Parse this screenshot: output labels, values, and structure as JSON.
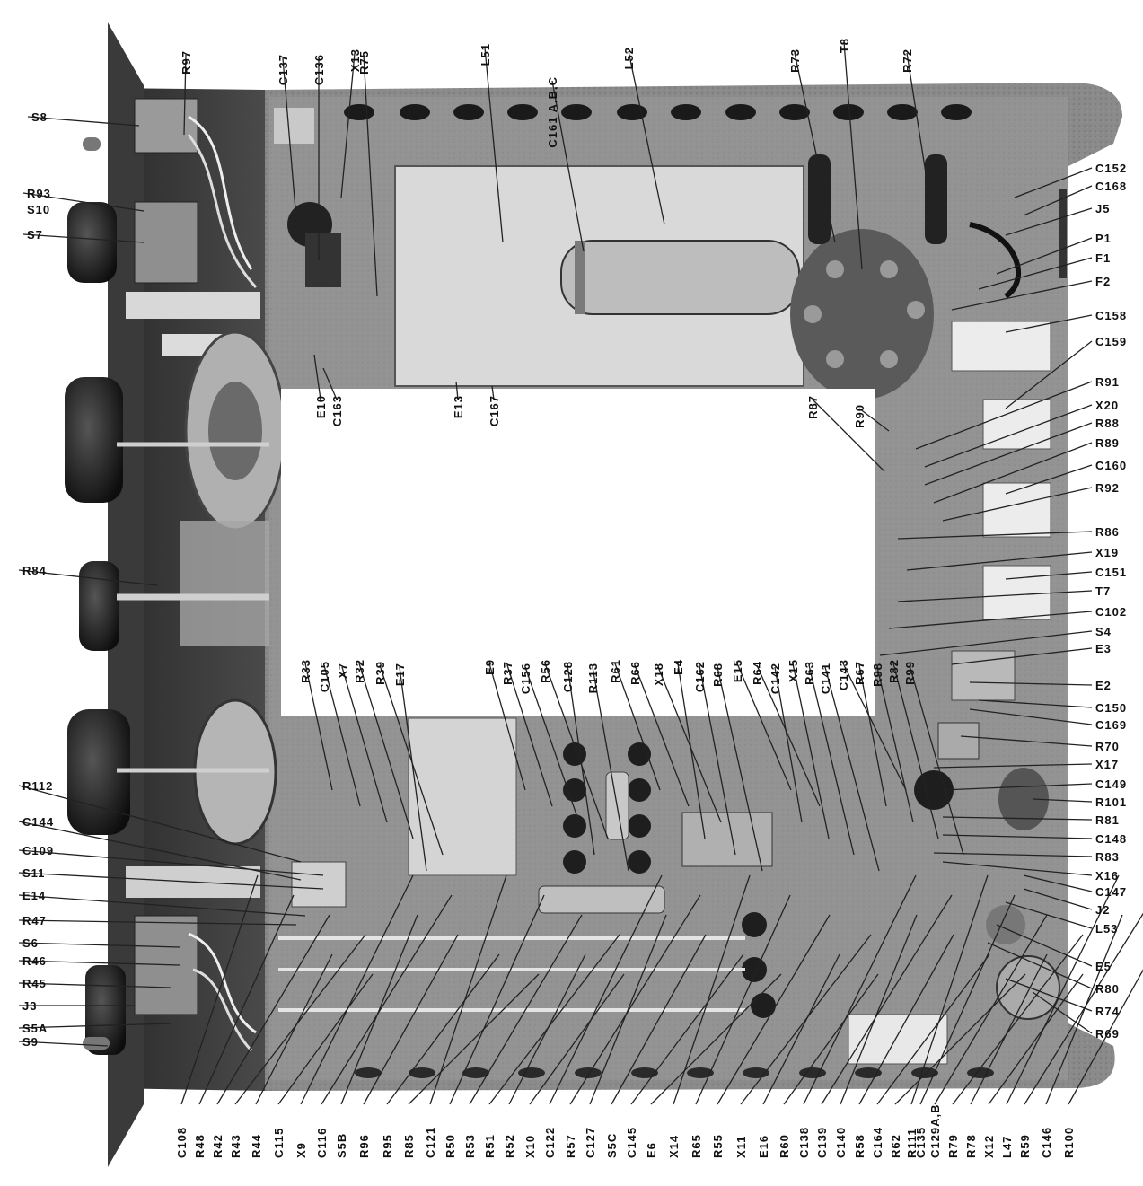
{
  "labels": {
    "top": [
      "R97",
      "C137",
      "C136",
      "X13",
      "R75",
      "L51",
      "C161 A,B,C",
      "L52",
      "R73",
      "T8",
      "R72"
    ],
    "left": [
      "S8",
      "R93",
      "S10",
      "S7",
      "R84",
      "R112",
      "C144",
      "C109",
      "S11",
      "E14",
      "R47",
      "S6",
      "R46",
      "R45",
      "J3",
      "S5A",
      "S9"
    ],
    "right": [
      "C152",
      "C168",
      "J5",
      "P1",
      "F1",
      "F2",
      "C158",
      "C159",
      "R91",
      "X20",
      "R88",
      "R89",
      "C160",
      "R92",
      "R86",
      "X19",
      "C151",
      "T7",
      "C102",
      "S4",
      "E3",
      "E2",
      "C150",
      "C169",
      "R70",
      "X17",
      "C149",
      "R101",
      "R81",
      "C148",
      "R83",
      "X16",
      "C147",
      "J2",
      "L53",
      "E5",
      "R80",
      "R74",
      "R69"
    ],
    "center": [
      "E10",
      "C163",
      "E13",
      "C167",
      "R87",
      "R90"
    ],
    "middle": [
      "R33",
      "C105",
      "X7",
      "R32",
      "R39",
      "E17",
      "E9",
      "R37",
      "C156",
      "R56",
      "C128",
      "R113",
      "R61",
      "R66",
      "X18",
      "E4",
      "C162",
      "R68",
      "E15",
      "R64",
      "C142",
      "X15",
      "R63",
      "C141",
      "C143",
      "R67",
      "R98",
      "R82",
      "R99"
    ],
    "bottom": [
      "C108",
      "R48",
      "R42",
      "R43",
      "R44",
      "C115",
      "X9",
      "C116",
      "S5B",
      "R96",
      "R95",
      "R85",
      "C121",
      "R50",
      "R53",
      "R51",
      "R52",
      "X10",
      "C122",
      "R57",
      "C127",
      "S5C",
      "C145",
      "E6",
      "X14",
      "R65",
      "R55",
      "X11",
      "E16",
      "R60",
      "C138",
      "C139",
      "C140",
      "R58",
      "C164",
      "R62",
      "R111",
      "C135",
      "C129A,B",
      "R79",
      "R78",
      "X12",
      "L47",
      "R59",
      "C146",
      "R100"
    ]
  }
}
